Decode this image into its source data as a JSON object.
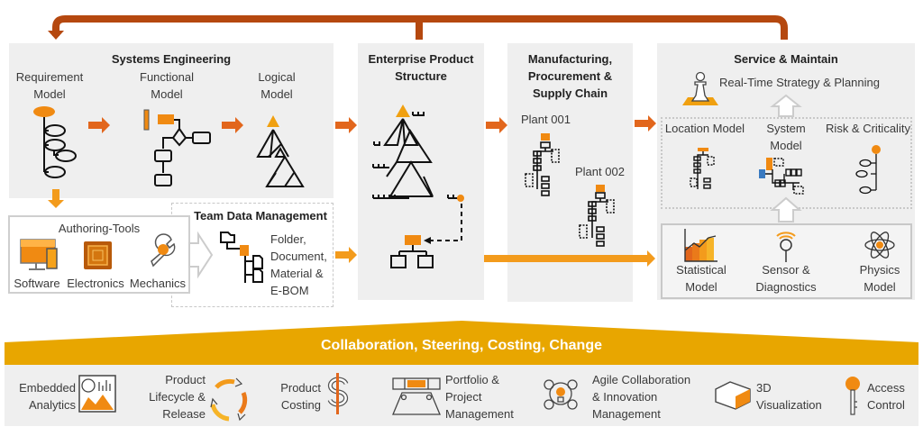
{
  "systems_engineering": {
    "title": "Systems Engineering",
    "requirement_model": "Requirement Model",
    "functional_model": "Functional Model",
    "logical_model": "Logical Model"
  },
  "authoring_tools": {
    "title": "Authoring-Tools",
    "items": [
      "Software",
      "Electronics",
      "Mechanics"
    ]
  },
  "team_data": {
    "title": "Team Data Management",
    "description": "Folder, Document, Material & E-BOM"
  },
  "enterprise": {
    "title": "Enterprise Product Structure"
  },
  "manufacturing": {
    "title": "Manufacturing, Procurement & Supply Chain",
    "plant1": "Plant 001",
    "plant2": "Plant 002"
  },
  "service": {
    "title": "Service & Maintain",
    "strategy": "Real-Time Strategy & Planning",
    "location_model": "Location Model",
    "system_model": "System Model",
    "risk": "Risk & Criticality",
    "statistical": "Statistical Model",
    "sensor": "Sensor & Diagnostics",
    "physics": "Physics Model"
  },
  "banner": {
    "title": "Collaboration, Steering, Costing, Change"
  },
  "capabilities": [
    {
      "label": "Embedded Analytics",
      "icon": "analytics-icon"
    },
    {
      "label": "Product Lifecycle & Release",
      "icon": "cycle-icon"
    },
    {
      "label": "Product Costing",
      "icon": "dollar-icon"
    },
    {
      "label": "Portfolio & Project Management",
      "icon": "portfolio-icon"
    },
    {
      "label": "Agile Collaboration & Innovation Management",
      "icon": "lightbulb-icon"
    },
    {
      "label": "3D Visualization",
      "icon": "vr-headset-icon"
    },
    {
      "label": "Access Control",
      "icon": "key-icon"
    }
  ],
  "colors": {
    "feedback": "#b5480f",
    "arrow": "#e2661c",
    "arrow_light": "#f39b1c",
    "banner": "#e8a600",
    "panel": "#efefef"
  }
}
